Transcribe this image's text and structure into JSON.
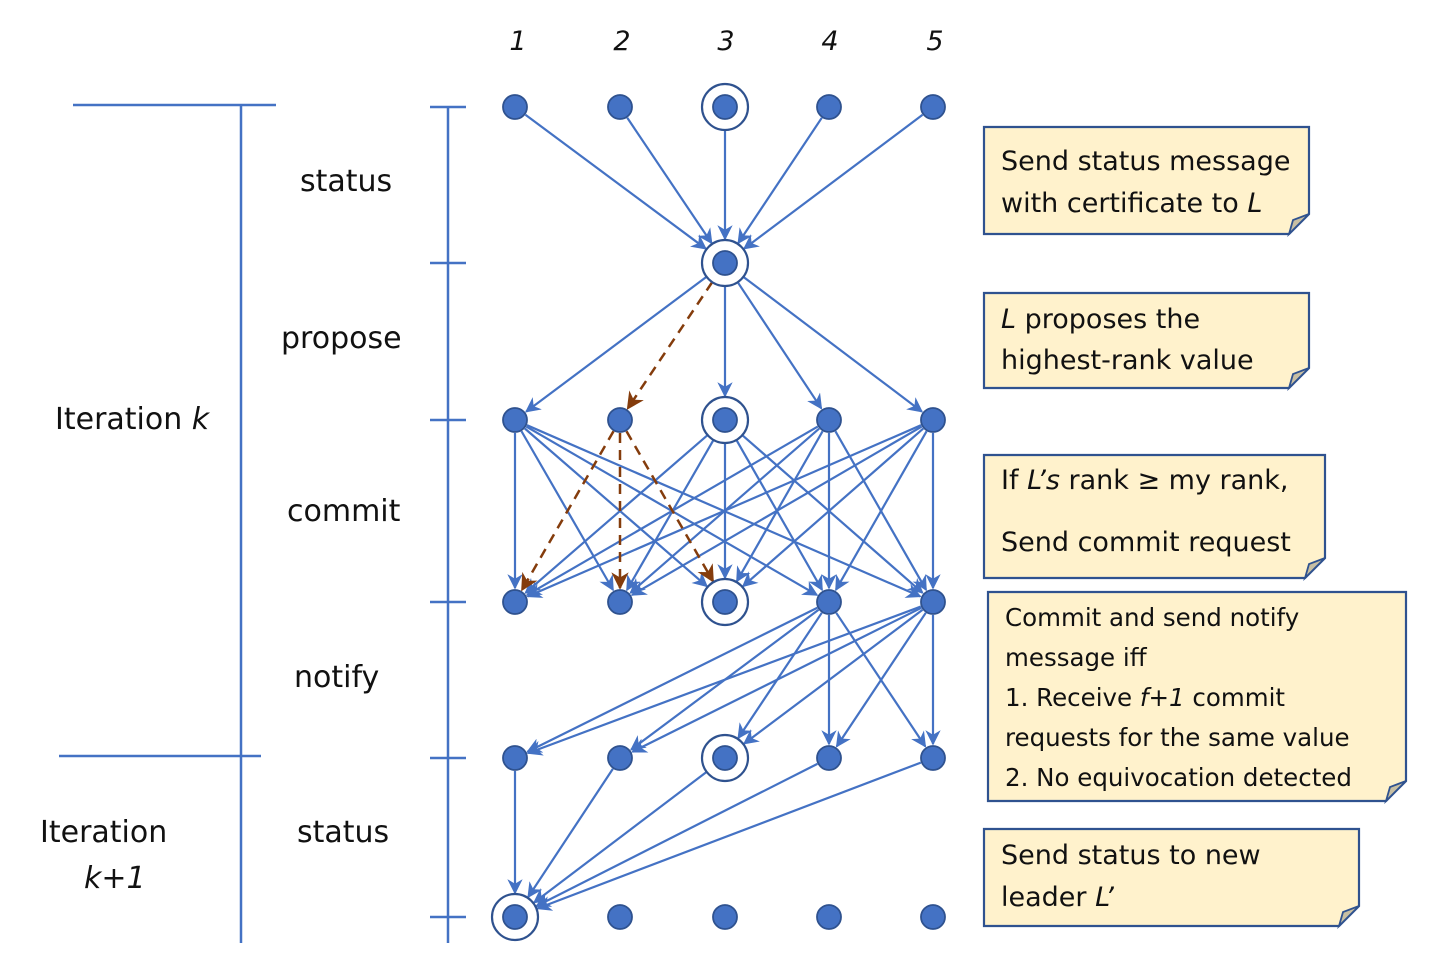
{
  "diagram": {
    "title": "Leader-based consensus iteration message flow",
    "colors": {
      "line": "#4472c4",
      "node_fill": "#4472c4",
      "node_stroke": "#2f528f",
      "faulty_line": "#843c0c",
      "note_fill": "#fff2cc",
      "note_stroke": "#2f528f",
      "note_fold": "#c8bfa3"
    },
    "node_labels": [
      "1",
      "2",
      "3",
      "4",
      "5"
    ],
    "iterations": [
      {
        "label": "Iteration ",
        "var": "k"
      },
      {
        "label": "Iteration",
        "var": "k+1"
      }
    ],
    "phases": [
      "status",
      "propose",
      "commit",
      "notify",
      "status"
    ],
    "rows": [
      {
        "leader": 3
      },
      {
        "only": 3,
        "leader": 3
      },
      {
        "leader": 3
      },
      {
        "leader": 3
      },
      {
        "leader": 3
      },
      {
        "leader": 1
      }
    ],
    "edges": {
      "status": [
        [
          1,
          3
        ],
        [
          2,
          3
        ],
        [
          3,
          3
        ],
        [
          4,
          3
        ],
        [
          5,
          3
        ]
      ],
      "propose": [
        [
          3,
          1
        ],
        [
          3,
          3
        ],
        [
          3,
          4
        ],
        [
          3,
          5
        ]
      ],
      "propose_faulty": [
        [
          3,
          2
        ]
      ],
      "commit_senders": [
        1,
        3,
        4,
        5
      ],
      "commit_faulty": [
        [
          2,
          1
        ],
        [
          2,
          2
        ],
        [
          2,
          3
        ]
      ],
      "notify_senders": [
        4,
        5
      ],
      "status_next": [
        [
          1,
          1
        ],
        [
          2,
          1
        ],
        [
          3,
          1
        ],
        [
          4,
          1
        ],
        [
          5,
          1
        ]
      ]
    },
    "notes": [
      {
        "lines": [
          [
            {
              "t": "Send status message"
            }
          ],
          [
            {
              "t": "with certificate  to "
            },
            {
              "t": "L",
              "i": true
            }
          ]
        ]
      },
      {
        "lines": [
          [
            {
              "t": "L",
              "i": true
            },
            {
              "t": " proposes the"
            }
          ],
          [
            {
              "t": "highest-rank value"
            }
          ]
        ]
      },
      {
        "lines": [
          [
            {
              "t": "If "
            },
            {
              "t": "L’s",
              "i": true
            },
            {
              "t": " rank ≥ my rank,"
            }
          ],
          [
            {
              "t": "Send commit request"
            }
          ]
        ]
      },
      {
        "lines": [
          [
            {
              "t": "Commit and send notify"
            }
          ],
          [
            {
              "t": "message iff"
            }
          ],
          [
            {
              "t": "1. Receive "
            },
            {
              "t": "f+1",
              "i": true
            },
            {
              "t": " commit"
            }
          ],
          [
            {
              "t": "requests for the same value"
            }
          ],
          [
            {
              "t": "2. No equivocation detected"
            }
          ]
        ]
      },
      {
        "lines": [
          [
            {
              "t": "Send status to new"
            }
          ],
          [
            {
              "t": "leader "
            },
            {
              "t": "L’",
              "i": true
            }
          ]
        ]
      }
    ]
  }
}
